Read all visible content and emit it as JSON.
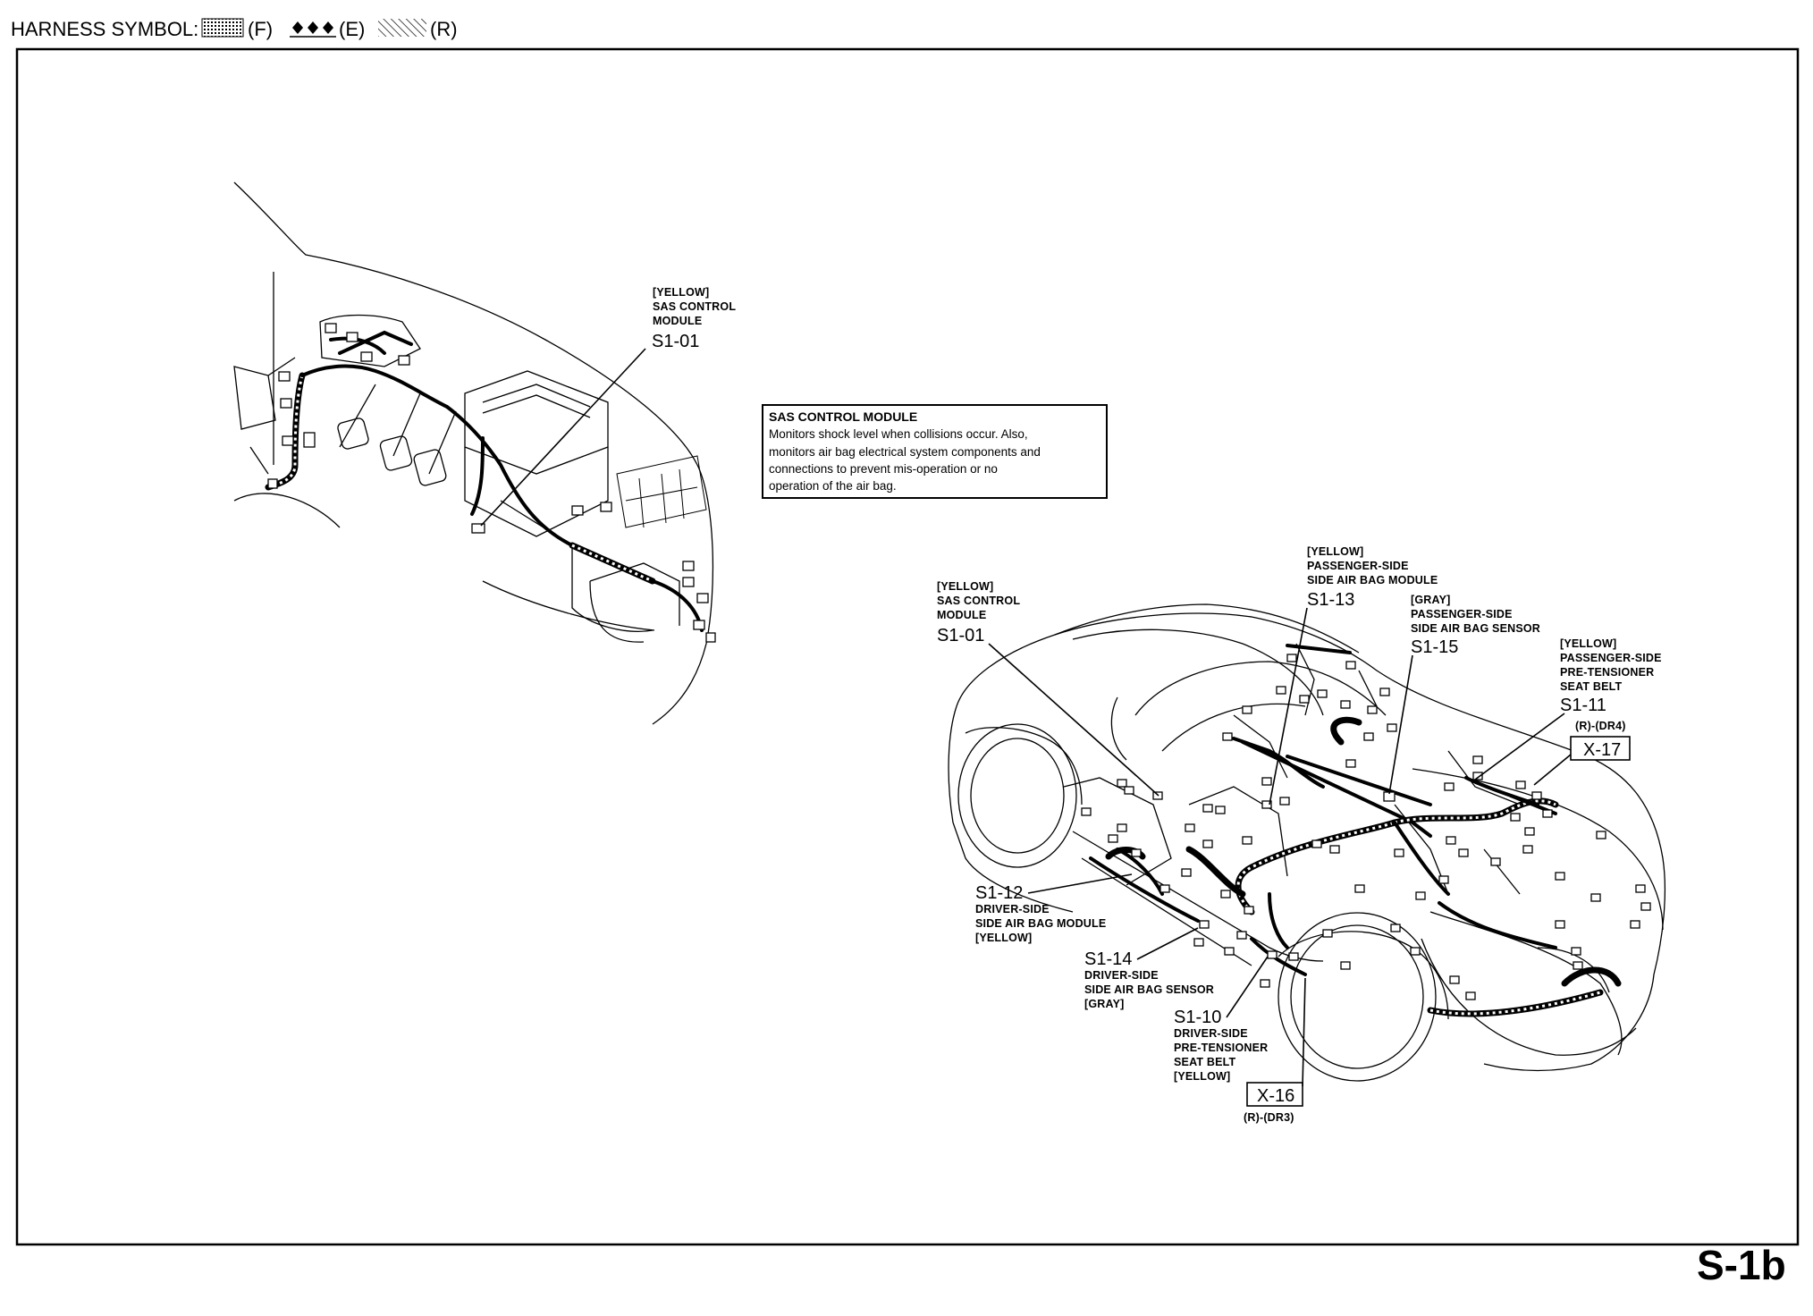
{
  "header": {
    "label": "HARNESS SYMBOL:",
    "symbols": [
      {
        "code": "(F)",
        "pattern": "dotted-grid"
      },
      {
        "code": "(E)",
        "pattern": "diamonds"
      },
      {
        "code": "(R)",
        "pattern": "diagonal-hatch"
      }
    ]
  },
  "info_box": {
    "title": "SAS CONTROL MODULE",
    "lines": [
      "Monitors shock level when collisions occur. Also,",
      "monitors air bag electrical system components and",
      "connections to prevent mis-operation or no",
      "operation of the air bag."
    ]
  },
  "dash_callout": {
    "lines": [
      "[YELLOW]",
      "SAS CONTROL",
      "MODULE"
    ],
    "code": "S1-01"
  },
  "car_callouts": {
    "s1_01": {
      "lines": [
        "[YELLOW]",
        "SAS CONTROL",
        "MODULE"
      ],
      "code": "S1-01"
    },
    "s1_13": {
      "lines": [
        "[YELLOW]",
        "PASSENGER-SIDE",
        "SIDE AIR BAG MODULE"
      ],
      "code": "S1-13"
    },
    "s1_15": {
      "lines": [
        "[GRAY]",
        "PASSENGER-SIDE",
        "SIDE AIR BAG SENSOR"
      ],
      "code": "S1-15"
    },
    "s1_11": {
      "lines": [
        "[YELLOW]",
        "PASSENGER-SIDE",
        "PRE-TENSIONER",
        "SEAT BELT"
      ],
      "code": "S1-11"
    },
    "s1_12": {
      "code": "S1-12",
      "lines": [
        "DRIVER-SIDE",
        "SIDE AIR BAG MODULE",
        "[YELLOW]"
      ]
    },
    "s1_14": {
      "code": "S1-14",
      "lines": [
        "DRIVER-SIDE",
        "SIDE AIR BAG SENSOR",
        "[GRAY]"
      ]
    },
    "s1_10": {
      "code": "S1-10",
      "lines": [
        "DRIVER-SIDE",
        "PRE-TENSIONER",
        "SEAT BELT",
        "[YELLOW]"
      ]
    }
  },
  "connectors": {
    "x17": {
      "ref": "(R)-(DR4)",
      "code": "X-17"
    },
    "x16": {
      "code": "X-16",
      "ref": "(R)-(DR3)"
    }
  },
  "page_number": "S-1b"
}
